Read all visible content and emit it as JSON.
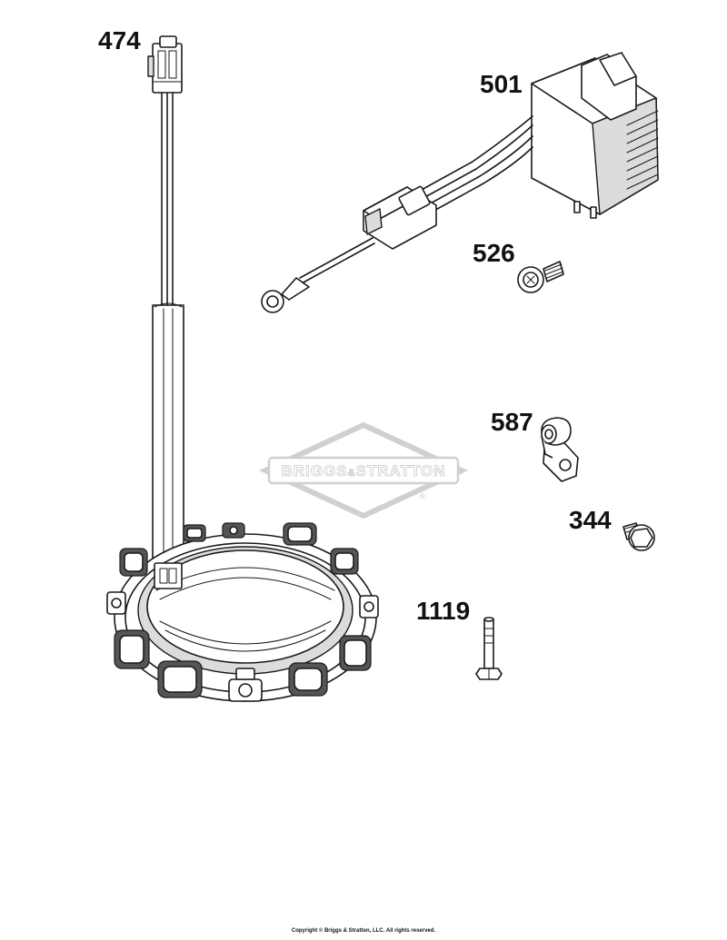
{
  "parts": [
    {
      "id": "stator-harness",
      "number": "474"
    },
    {
      "id": "regulator",
      "number": "501"
    },
    {
      "id": "regulator-screw",
      "number": "526"
    },
    {
      "id": "wire-clip",
      "number": "587"
    },
    {
      "id": "clip-screw",
      "number": "344"
    },
    {
      "id": "stator-bolt",
      "number": "1119"
    }
  ],
  "watermark": {
    "brand_left": "BRIGGS",
    "brand_amp": "&",
    "brand_right": "STRATTON",
    "trademark": "®"
  },
  "footer": {
    "copyright": "Copyright © Briggs & Stratton, LLC. All rights reserved."
  },
  "colors": {
    "line": "#1a1a1a",
    "watermark": "#c8c8c8",
    "background": "#ffffff"
  }
}
